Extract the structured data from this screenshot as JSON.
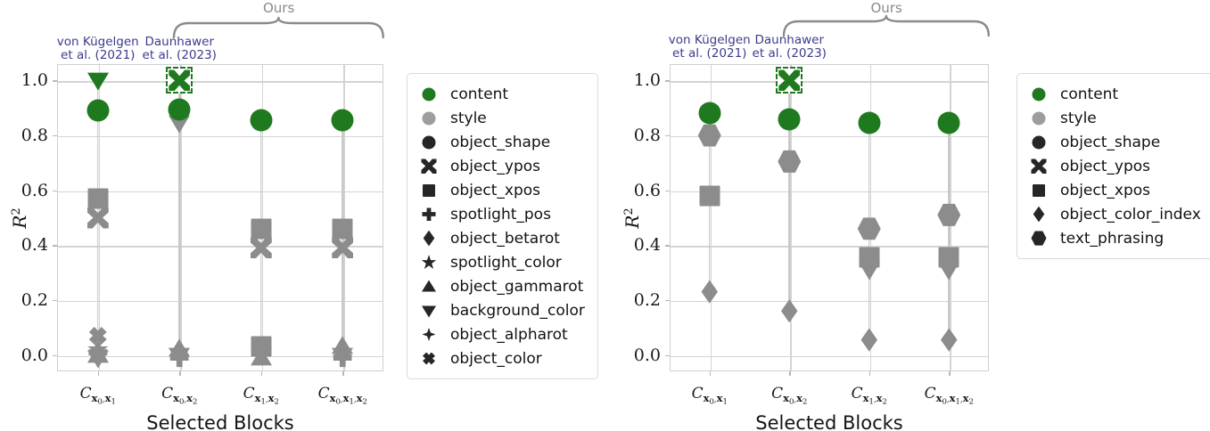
{
  "figure": {
    "background": "#ffffff",
    "content_color": "#1f7a1f",
    "style_color": "#8c8c8c",
    "dark_marker_color": "#262626",
    "legend_border": "#dadada",
    "grid_color": "#d4d4d4",
    "cite_color": "#3b3b8f",
    "ours_color": "#8a8a8a"
  },
  "panels": [
    {
      "id": "left",
      "yaxis_title": "R^2",
      "xaxis_title": "Selected Blocks",
      "ytick_labels": [
        "1.0",
        "0.8",
        "0.6",
        "0.4",
        "0.2",
        "0.0"
      ],
      "ytick_values": [
        1.0,
        0.8,
        0.6,
        0.4,
        0.2,
        0.0
      ],
      "ylim": [
        -0.06,
        1.06
      ],
      "xtick_labels": [
        {
          "base": "C",
          "subs": [
            [
              "x",
              "0"
            ],
            [
              "x",
              "1"
            ]
          ]
        },
        {
          "base": "C",
          "subs": [
            [
              "x",
              "0"
            ],
            [
              "x",
              "2"
            ]
          ]
        },
        {
          "base": "C",
          "subs": [
            [
              "x",
              "1"
            ],
            [
              "x",
              "2"
            ]
          ]
        },
        {
          "base": "C",
          "subs": [
            [
              "x",
              "0"
            ],
            [
              "x",
              "1"
            ],
            [
              "x",
              "2"
            ]
          ]
        }
      ],
      "annotations": {
        "ours": "Ours",
        "cites": [
          {
            "lines": [
              "von Kügelgen",
              "et al. (2021)"
            ],
            "x_index": 0
          },
          {
            "lines": [
              "Daunhawer",
              "et al. (2023)"
            ],
            "x_index": 1
          }
        ],
        "brace_from_index": 1,
        "brace_to_index": 3
      },
      "legend": [
        {
          "label": "content",
          "shape": "circle",
          "color": "#1f7a1f"
        },
        {
          "label": "style",
          "shape": "circle",
          "color": "#9d9d9d"
        },
        {
          "label": "object_shape",
          "shape": "circle",
          "color": "#262626"
        },
        {
          "label": "object_ypos",
          "shape": "xfat",
          "color": "#262626"
        },
        {
          "label": "object_xpos",
          "shape": "square",
          "color": "#262626"
        },
        {
          "label": "spotlight_pos",
          "shape": "plus",
          "color": "#262626"
        },
        {
          "label": "object_betarot",
          "shape": "diamond",
          "color": "#262626"
        },
        {
          "label": "spotlight_color",
          "shape": "star",
          "color": "#262626"
        },
        {
          "label": "object_gammarot",
          "shape": "tri-up",
          "color": "#262626"
        },
        {
          "label": "background_color",
          "shape": "tri-down",
          "color": "#262626"
        },
        {
          "label": "object_alpharot",
          "shape": "x4",
          "color": "#262626"
        },
        {
          "label": "object_color",
          "shape": "x",
          "color": "#262626"
        }
      ]
    },
    {
      "id": "right",
      "yaxis_title": "R^2",
      "xaxis_title": "Selected Blocks",
      "ytick_labels": [
        "1.0",
        "0.8",
        "0.6",
        "0.4",
        "0.2",
        "0.0"
      ],
      "ytick_values": [
        1.0,
        0.8,
        0.6,
        0.4,
        0.2,
        0.0
      ],
      "ylim": [
        -0.06,
        1.06
      ],
      "xtick_labels": [
        {
          "base": "C",
          "subs": [
            [
              "x",
              "0"
            ],
            [
              "x",
              "1"
            ]
          ]
        },
        {
          "base": "C",
          "subs": [
            [
              "x",
              "0"
            ],
            [
              "x",
              "2"
            ]
          ]
        },
        {
          "base": "C",
          "subs": [
            [
              "x",
              "1"
            ],
            [
              "x",
              "2"
            ]
          ]
        },
        {
          "base": "C",
          "subs": [
            [
              "x",
              "0"
            ],
            [
              "x",
              "1"
            ],
            [
              "x",
              "2"
            ]
          ]
        }
      ],
      "annotations": {
        "ours": "Ours",
        "cites": [
          {
            "lines": [
              "von Kügelgen",
              "et al. (2021)"
            ],
            "x_index": 0
          },
          {
            "lines": [
              "Daunhawer",
              "et al. (2023)"
            ],
            "x_index": 1
          }
        ],
        "brace_from_index": 1,
        "brace_to_index": 3
      },
      "legend": [
        {
          "label": "content",
          "shape": "circle",
          "color": "#1f7a1f"
        },
        {
          "label": "style",
          "shape": "circle",
          "color": "#9d9d9d"
        },
        {
          "label": "object_shape",
          "shape": "circle",
          "color": "#262626"
        },
        {
          "label": "object_ypos",
          "shape": "xfat",
          "color": "#262626"
        },
        {
          "label": "object_xpos",
          "shape": "square",
          "color": "#262626"
        },
        {
          "label": "object_color_index",
          "shape": "diamond",
          "color": "#262626"
        },
        {
          "label": "text_phrasing",
          "shape": "hex",
          "color": "#262626"
        }
      ]
    }
  ],
  "chart_data": [
    {
      "type": "scatter",
      "panel": "left",
      "title": "",
      "xlabel": "Selected Blocks",
      "ylabel": "R^2",
      "categories": [
        "C_x0,x1",
        "C_x0,x2",
        "C_x1,x2",
        "C_x0,x1,x2"
      ],
      "ylim": [
        0.0,
        1.0
      ],
      "grid": true,
      "legend_position": "right-outside",
      "points": [
        {
          "x_index": 0,
          "y": 1.0,
          "shape": "tri-down",
          "role": "content",
          "label": "background_color",
          "color": "#1f7a1f"
        },
        {
          "x_index": 0,
          "y": 0.89,
          "shape": "circle",
          "role": "content",
          "label": "content",
          "color": "#1f7a1f"
        },
        {
          "x_index": 0,
          "y": 0.57,
          "shape": "square",
          "role": "style",
          "label": "object_xpos",
          "color": "#8c8c8c"
        },
        {
          "x_index": 0,
          "y": 0.5,
          "shape": "xfat",
          "role": "style",
          "label": "object_ypos",
          "color": "#8c8c8c"
        },
        {
          "x_index": 0,
          "y": 0.07,
          "shape": "x",
          "role": "style",
          "label": "object_color",
          "color": "#8c8c8c"
        },
        {
          "x_index": 0,
          "y": 0.02,
          "shape": "star",
          "role": "style",
          "label": "spotlight_color",
          "color": "#8c8c8c"
        },
        {
          "x_index": 0,
          "y": 0.01,
          "shape": "plus",
          "role": "style",
          "label": "spotlight_pos",
          "color": "#8c8c8c"
        },
        {
          "x_index": 0,
          "y": 0.0,
          "shape": "tri-up",
          "role": "style",
          "label": "object_gammarot",
          "color": "#8c8c8c"
        },
        {
          "x_index": 0,
          "y": 0.0,
          "shape": "x4",
          "role": "style",
          "label": "object_alpharot",
          "color": "#8c8c8c"
        },
        {
          "x_index": 0,
          "y": -0.01,
          "shape": "tri-down",
          "role": "style",
          "label": "object_betarot",
          "color": "#8c8c8c"
        },
        {
          "x_index": 1,
          "y": 1.0,
          "shape": "xfat",
          "role": "content",
          "label": "object_ypos",
          "color": "#1f7a1f"
        },
        {
          "x_index": 1,
          "y": 0.895,
          "shape": "circle",
          "role": "content",
          "label": "content",
          "color": "#1f7a1f"
        },
        {
          "x_index": 1,
          "y": 0.845,
          "shape": "tri-down",
          "role": "style",
          "label": "background_color",
          "color": "#8c8c8c"
        },
        {
          "x_index": 1,
          "y": 0.02,
          "shape": "tri-up",
          "role": "style",
          "label": "object_gammarot",
          "color": "#8c8c8c"
        },
        {
          "x_index": 1,
          "y": 0.0,
          "shape": "tri-down",
          "role": "style",
          "label": "object_betarot",
          "color": "#8c8c8c"
        },
        {
          "x_index": 1,
          "y": 0.0,
          "shape": "x4",
          "role": "style",
          "label": "object_alpharot",
          "color": "#8c8c8c"
        },
        {
          "x_index": 1,
          "y": -0.01,
          "shape": "plus",
          "role": "style",
          "label": "spotlight_pos",
          "color": "#8c8c8c"
        },
        {
          "x_index": 2,
          "y": 0.855,
          "shape": "circle",
          "role": "content",
          "label": "content",
          "color": "#1f7a1f"
        },
        {
          "x_index": 2,
          "y": 0.46,
          "shape": "square",
          "role": "style",
          "label": "object_xpos",
          "color": "#8c8c8c"
        },
        {
          "x_index": 2,
          "y": 0.39,
          "shape": "xfat",
          "role": "style",
          "label": "object_ypos",
          "color": "#8c8c8c"
        },
        {
          "x_index": 2,
          "y": 0.03,
          "shape": "square",
          "role": "style",
          "label": "object_xpos",
          "color": "#8c8c8c"
        },
        {
          "x_index": 2,
          "y": 0.0,
          "shape": "tri-down",
          "role": "style",
          "label": "background_color",
          "color": "#8c8c8c"
        },
        {
          "x_index": 2,
          "y": 0.0,
          "shape": "x4",
          "role": "style",
          "label": "object_alpharot",
          "color": "#8c8c8c"
        },
        {
          "x_index": 2,
          "y": -0.01,
          "shape": "tri-up",
          "role": "style",
          "label": "object_gammarot",
          "color": "#8c8c8c"
        },
        {
          "x_index": 3,
          "y": 0.855,
          "shape": "circle",
          "role": "content",
          "label": "content",
          "color": "#1f7a1f"
        },
        {
          "x_index": 3,
          "y": 0.46,
          "shape": "square",
          "role": "style",
          "label": "object_xpos",
          "color": "#8c8c8c"
        },
        {
          "x_index": 3,
          "y": 0.39,
          "shape": "xfat",
          "role": "style",
          "label": "object_ypos",
          "color": "#8c8c8c"
        },
        {
          "x_index": 3,
          "y": 0.03,
          "shape": "tri-up",
          "role": "style",
          "label": "object_gammarot",
          "color": "#8c8c8c"
        },
        {
          "x_index": 3,
          "y": 0.0,
          "shape": "tri-down",
          "role": "style",
          "label": "background_color",
          "color": "#8c8c8c"
        },
        {
          "x_index": 3,
          "y": 0.0,
          "shape": "x4",
          "role": "style",
          "label": "object_alpharot",
          "color": "#8c8c8c"
        },
        {
          "x_index": 3,
          "y": -0.01,
          "shape": "plus",
          "role": "style",
          "label": "spotlight_pos",
          "color": "#8c8c8c"
        }
      ]
    },
    {
      "type": "scatter",
      "panel": "right",
      "title": "",
      "xlabel": "Selected Blocks",
      "ylabel": "R^2",
      "categories": [
        "C_x0,x1",
        "C_x0,x2",
        "C_x1,x2",
        "C_x0,x1,x2"
      ],
      "ylim": [
        0.0,
        1.0
      ],
      "grid": true,
      "legend_position": "right-outside",
      "points": [
        {
          "x_index": 0,
          "y": 0.88,
          "shape": "circle",
          "role": "content",
          "label": "content",
          "color": "#1f7a1f"
        },
        {
          "x_index": 0,
          "y": 0.8,
          "shape": "hex",
          "role": "style",
          "label": "text_phrasing",
          "color": "#8c8c8c"
        },
        {
          "x_index": 0,
          "y": 0.58,
          "shape": "square",
          "role": "style",
          "label": "object_xpos",
          "color": "#8c8c8c"
        },
        {
          "x_index": 0,
          "y": 0.23,
          "shape": "diamond",
          "role": "style",
          "label": "object_color_index",
          "color": "#8c8c8c"
        },
        {
          "x_index": 1,
          "y": 1.0,
          "shape": "xfat",
          "role": "content",
          "label": "object_ypos",
          "color": "#1f7a1f"
        },
        {
          "x_index": 1,
          "y": 0.86,
          "shape": "circle",
          "role": "content",
          "label": "content",
          "color": "#1f7a1f"
        },
        {
          "x_index": 1,
          "y": 0.705,
          "shape": "hex",
          "role": "style",
          "label": "text_phrasing",
          "color": "#8c8c8c"
        },
        {
          "x_index": 1,
          "y": 0.16,
          "shape": "diamond",
          "role": "style",
          "label": "object_color_index",
          "color": "#8c8c8c"
        },
        {
          "x_index": 2,
          "y": 0.845,
          "shape": "circle",
          "role": "content",
          "label": "content",
          "color": "#1f7a1f"
        },
        {
          "x_index": 2,
          "y": 0.46,
          "shape": "hex",
          "role": "style",
          "label": "text_phrasing",
          "color": "#8c8c8c"
        },
        {
          "x_index": 2,
          "y": 0.355,
          "shape": "square",
          "role": "style",
          "label": "object_xpos",
          "color": "#8c8c8c"
        },
        {
          "x_index": 2,
          "y": 0.31,
          "shape": "tri-down",
          "role": "style",
          "label": "object_shape",
          "color": "#8c8c8c"
        },
        {
          "x_index": 2,
          "y": 0.055,
          "shape": "diamond",
          "role": "style",
          "label": "object_color_index",
          "color": "#8c8c8c"
        },
        {
          "x_index": 3,
          "y": 0.845,
          "shape": "circle",
          "role": "content",
          "label": "content",
          "color": "#1f7a1f"
        },
        {
          "x_index": 3,
          "y": 0.51,
          "shape": "hex",
          "role": "style",
          "label": "text_phrasing",
          "color": "#8c8c8c"
        },
        {
          "x_index": 3,
          "y": 0.355,
          "shape": "square",
          "role": "style",
          "label": "object_xpos",
          "color": "#8c8c8c"
        },
        {
          "x_index": 3,
          "y": 0.31,
          "shape": "tri-down",
          "role": "style",
          "label": "object_shape",
          "color": "#8c8c8c"
        },
        {
          "x_index": 3,
          "y": 0.055,
          "shape": "diamond",
          "role": "style",
          "label": "object_color_index",
          "color": "#8c8c8c"
        }
      ]
    }
  ]
}
